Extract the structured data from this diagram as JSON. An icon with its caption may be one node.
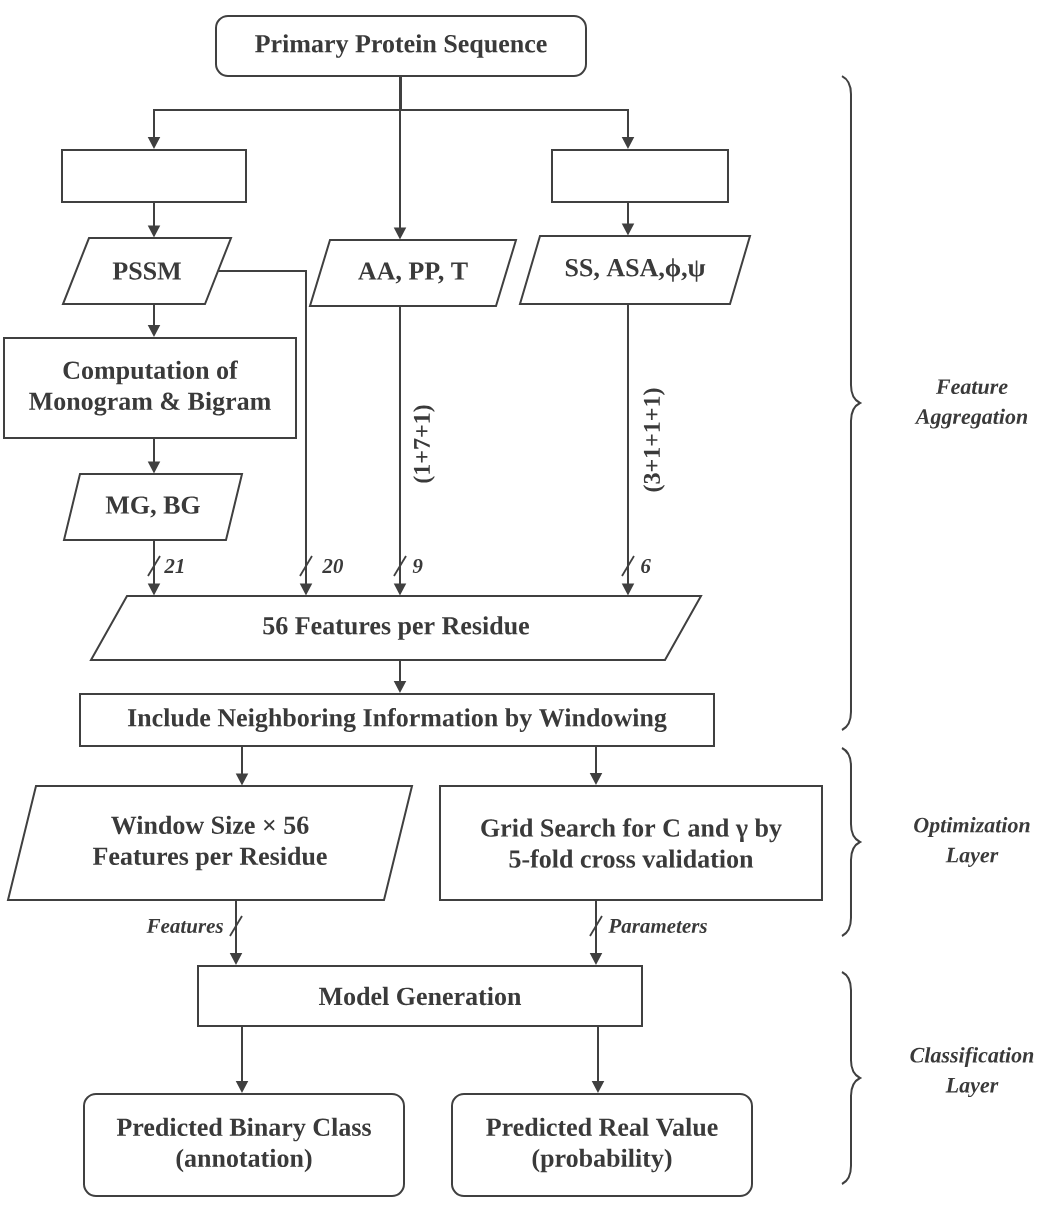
{
  "diagram": {
    "nodes": [
      {
        "text": [
          "Primary Protein Sequence"
        ]
      },
      {
        "text": [],
        "shape": "box"
      },
      {
        "text": [],
        "shape": "box"
      },
      {
        "text": [
          "PSSM"
        ]
      },
      {
        "text": [
          "AA, PP, T"
        ]
      },
      {
        "text": [
          "SS, ASA,ϕ,ψ"
        ]
      },
      {
        "text": [
          "Computation of Monogram & Bigram"
        ]
      },
      {
        "text": [
          "MG, BG"
        ]
      },
      {
        "text": [
          "56 Features per Residue"
        ]
      },
      {
        "text": [
          "Include Neighboring Information by Windowing"
        ]
      },
      {
        "text": [
          "Window Size × 56 Features per Residue"
        ]
      },
      {
        "text": [
          "Grid Search for C and γ by 5-fold cross validation"
        ]
      },
      {
        "text": [
          "Model Generation"
        ]
      },
      {
        "text": [
          "Predicted Binary Class (annotation)"
        ]
      },
      {
        "text": [
          "Predicted Real Value (probability)"
        ]
      }
    ],
    "edges": [
      {
        "from": 0,
        "to": 1,
        "arrow": "to"
      },
      {
        "from": 0,
        "to": 4,
        "arrow": "to"
      },
      {
        "from": 0,
        "to": 2,
        "arrow": "to"
      },
      {
        "from": 1,
        "to": 3,
        "arrow": "to"
      },
      {
        "from": 2,
        "to": 5,
        "arrow": "to"
      },
      {
        "from": 3,
        "to": 6,
        "arrow": "to"
      },
      {
        "from": 6,
        "to": 7,
        "arrow": "to"
      },
      {
        "from": 7,
        "to": 8,
        "arrow": "to",
        "label": "21"
      },
      {
        "from": 3,
        "to": 8,
        "arrow": "to",
        "label": "20"
      },
      {
        "from": 4,
        "to": 8,
        "arrow": "to",
        "label": "9"
      },
      {
        "from": 5,
        "to": 8,
        "arrow": "to",
        "label": "6"
      },
      {
        "from": 8,
        "to": 9,
        "arrow": "to"
      },
      {
        "from": 9,
        "to": 10,
        "arrow": "to"
      },
      {
        "from": 9,
        "to": 11,
        "arrow": "to"
      },
      {
        "from": 10,
        "to": 12,
        "arrow": "to",
        "label": "Features"
      },
      {
        "from": 11,
        "to": 12,
        "arrow": "to",
        "label": "Parameters"
      },
      {
        "from": 12,
        "to": 13,
        "arrow": "to"
      },
      {
        "from": 12,
        "to": 14,
        "arrow": "to"
      }
    ],
    "labels": [
      "Feature Aggregation",
      "(1+7+1)",
      "(3+1+1+1)",
      "Optimization Layer",
      "Classification Layer"
    ]
  }
}
